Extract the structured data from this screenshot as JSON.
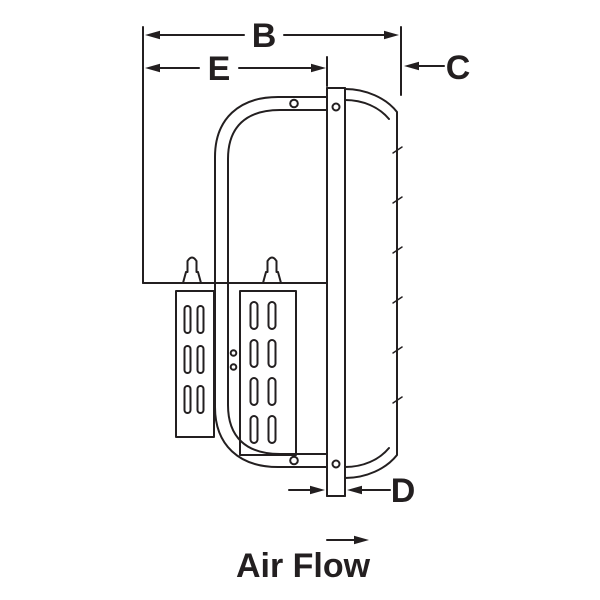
{
  "diagram": {
    "background_color": "#ffffff",
    "line_color": "#231f20",
    "dimensions": {
      "b": {
        "label": "B"
      },
      "e": {
        "label": "E"
      },
      "c": {
        "label": "C"
      },
      "d": {
        "label": "D"
      }
    },
    "airflow": {
      "label": "Air Flow"
    }
  }
}
